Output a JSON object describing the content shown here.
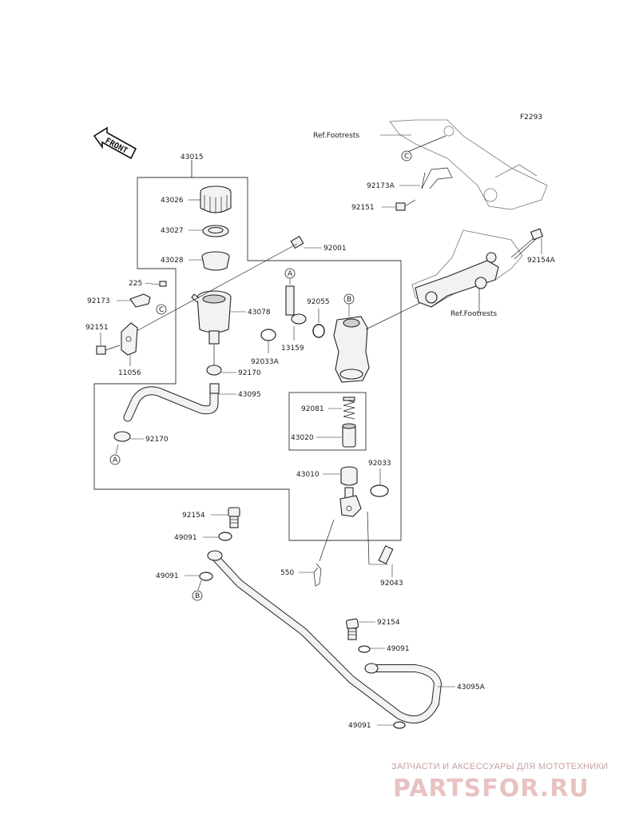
{
  "figure_code": "F2293",
  "front_label": "FRONT",
  "refs": {
    "footrests_top": "Ref.Footrests",
    "footrests_mid": "Ref.Footrests"
  },
  "callouts": {
    "A": "A",
    "B": "B",
    "C": "C"
  },
  "parts": {
    "p43015": "43015",
    "p43026": "43026",
    "p43027": "43027",
    "p43028": "43028",
    "p225": "225",
    "p92173": "92173",
    "p92151": "92151",
    "p11056": "11056",
    "p43078": "43078",
    "p92001": "92001",
    "p92055": "92055",
    "p13159": "13159",
    "p92033A": "92033A",
    "p92170a": "92170",
    "p43095": "43095",
    "p92170b": "92170",
    "p92081": "92081",
    "p43020": "43020",
    "p43010": "43010",
    "p92033": "92033",
    "p92154a": "92154",
    "p49091a": "49091",
    "p49091b": "49091",
    "p550": "550",
    "p92043": "92043",
    "p92154b": "92154",
    "p49091c": "49091",
    "p43095A": "43095A",
    "p49091d": "49091",
    "p92173A": "92173A",
    "p92151b": "92151",
    "p92154A": "92154A"
  },
  "watermark": {
    "subtitle": "ЗАПЧАСТИ И АКСЕССУАРЫ ДЛЯ МОТОТЕХНИКИ",
    "brand": "PARTSFOR.RU"
  }
}
